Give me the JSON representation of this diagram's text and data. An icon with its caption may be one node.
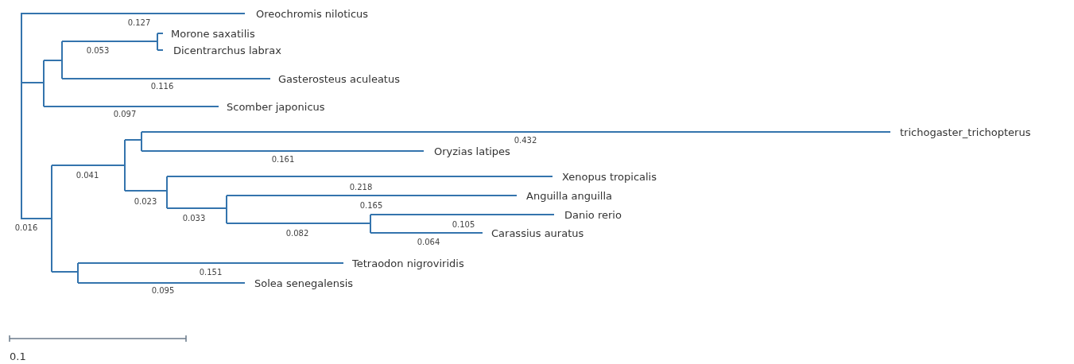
{
  "diagram": {
    "labels": [
      "Oreochromis niloticus",
      "0.127",
      "Morone saxatilis",
      "0.053",
      "Dicentrarchus labrax",
      "Gasterosteus aculeatus",
      "0.116",
      "Scomber japonicus",
      "0.097",
      "trichogaster_trichopterus",
      "0.432",
      "Oryzias latipes",
      "0.161",
      "0.041",
      "Xenopus tropicalis",
      "0.218",
      "0.023",
      "Anguilla anguilla",
      "0.165",
      "0.033",
      "Danio rerio",
      "0.105",
      "Carassius auratus",
      "0.082",
      "0.064",
      "0.016",
      "Tetraodon nigroviridis",
      "0.151",
      "Solea senegalensis",
      "0.095",
      "0.1"
    ]
  }
}
